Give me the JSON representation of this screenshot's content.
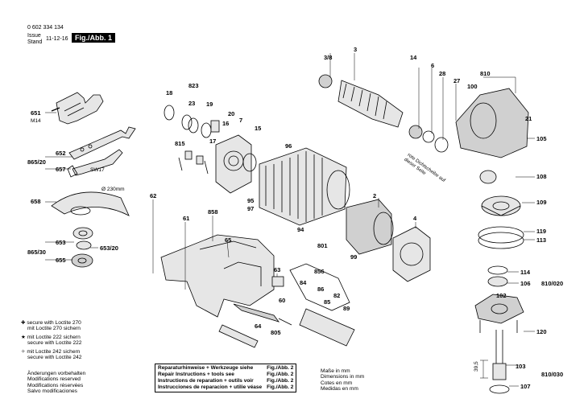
{
  "header": {
    "doc_number": "0 602 334 134",
    "issue_label": "Issue",
    "stand_label": "Stand",
    "date": "11-12-16",
    "fig_label": "Fig./Abb. 1"
  },
  "parts": {
    "p651": "651",
    "m14": "M14",
    "p652": "652",
    "p865_20": "865/20",
    "p657": "657",
    "sw17": "SW17",
    "p658": "658",
    "d230": "Ø 230mm",
    "p653": "653",
    "p653_20": "653/20",
    "p865_30": "865/30",
    "p655": "655",
    "p823": "823",
    "p18": "18",
    "p23": "23",
    "p19": "19",
    "p20": "20",
    "p7": "7",
    "p815": "815",
    "p16": "16",
    "p17": "17",
    "p15": "15",
    "p3_8": "3/8",
    "p3": "3",
    "p14": "14",
    "p6": "6",
    "p28": "28",
    "p27": "27",
    "p100": "100",
    "p810": "810",
    "p21": "21",
    "p105": "105",
    "p108": "108",
    "p109": "109",
    "p119": "119",
    "p113": "113",
    "p114": "114",
    "p106": "106",
    "p810_020": "810/020",
    "p102": "102",
    "p120": "120",
    "p103": "103",
    "p810_030": "810/030",
    "p107": "107",
    "p39_5": "39,5",
    "p96": "96",
    "p2": "2",
    "p95": "95",
    "p97": "97",
    "p94": "94",
    "p801": "801",
    "p99": "99",
    "p4": "4",
    "p62": "62",
    "p61": "61",
    "p858": "858",
    "p65": "65",
    "p63": "63",
    "p856": "856",
    "p60": "60",
    "p64": "64",
    "p805": "805",
    "p84": "84",
    "p86": "86",
    "p82": "82",
    "p85": "85",
    "p89": "89"
  },
  "seal_note": "rote Dichtscheibe auf dieser Seite",
  "legend": {
    "l1a": "secure with Loctite 270",
    "l1b": "mit Loctite 270 sichern",
    "l2a": "mit Loctite 222 sichern",
    "l2b": "secure with Loctite 222",
    "l3a": "mit Loctite 242 sichern",
    "l3b": "secure with Loctite 242"
  },
  "notice": [
    "Änderungen vorbehalten",
    "Modifications reserved",
    "Modifications réservées",
    "Salvo modificaciones"
  ],
  "repair_table": [
    {
      "text": "Reparaturhinweise + Werkzeuge siehe",
      "ref": "Fig./Abb. 2"
    },
    {
      "text": "Repair Instructions + tools see",
      "ref": "Fig./Abb. 2"
    },
    {
      "text": "Instructions de reparation + outils voir",
      "ref": "Fig./Abb. 2"
    },
    {
      "text": "Instrucciones de reparacion + utilie véase",
      "ref": "Fig./Abb. 2"
    }
  ],
  "dimensions": [
    "Maße in mm",
    "Dimensions in mm",
    "Cotes en mm",
    "Medidas en mm"
  ],
  "colors": {
    "line": "#000000",
    "part_fill": "#e6e6e6",
    "dark": "#333333",
    "background": "#ffffff"
  }
}
